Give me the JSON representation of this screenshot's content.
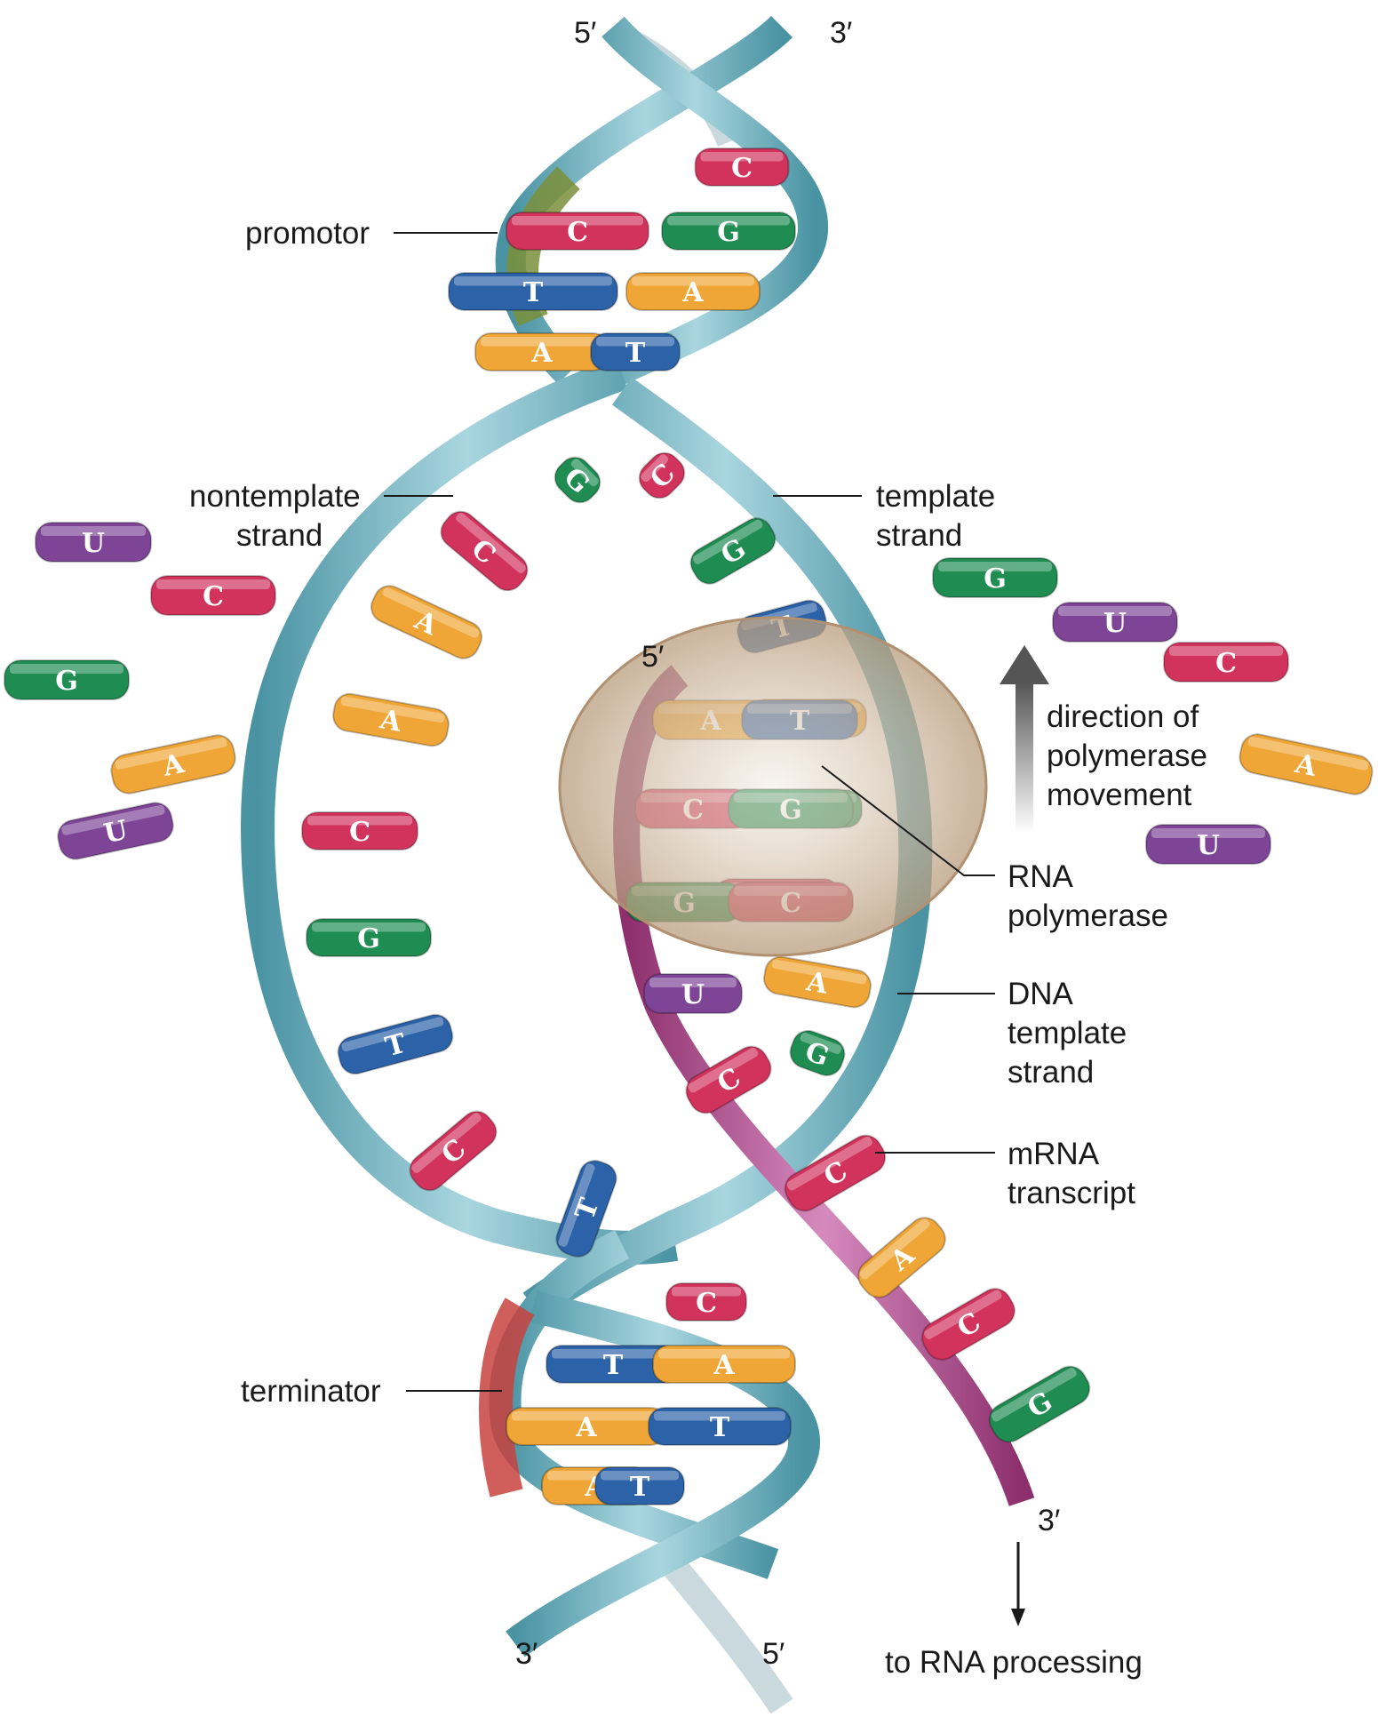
{
  "colors": {
    "strand": "#6fb2c0",
    "strand_dark": "#3f8696",
    "mrna": "#b0468a",
    "promotor": "#7a8f3a",
    "terminator": "#c8423e",
    "polymerase": "#d8c7b0",
    "A": "#efa636",
    "T": "#2c62a8",
    "G": "#1f8c52",
    "C": "#d2335c",
    "U": "#7e4597"
  },
  "ends": {
    "top_left": "5′",
    "top_right": "3′",
    "bottom_left": "3′",
    "bottom_right": "5′",
    "mrna_5": "5′",
    "mrna_3": "3′"
  },
  "labels": {
    "promotor": "promotor",
    "nontemplate_1": "nontemplate",
    "nontemplate_2": "strand",
    "template_1": "template",
    "template_2": "strand",
    "direction_1": "direction of",
    "direction_2": "polymerase",
    "direction_3": "movement",
    "polymerase_1": "RNA",
    "polymerase_2": "polymerase",
    "dna_template_1": "DNA",
    "dna_template_2": "template",
    "dna_template_3": "strand",
    "mrna_1": "mRNA",
    "mrna_2": "transcript",
    "terminator": "terminator",
    "processing": "to RNA processing"
  },
  "bases": {
    "top_pairs": [
      [
        "",
        "C"
      ],
      [
        "C",
        "G"
      ],
      [
        "T",
        "A"
      ],
      [
        "A",
        "T"
      ]
    ],
    "unwound_nontemplate": [
      "G",
      "C",
      "A",
      "A",
      "C",
      "G",
      "T",
      "C",
      "T"
    ],
    "unwound_template": [
      "C",
      "G",
      "T",
      "A",
      "G",
      "C",
      "A",
      "G"
    ],
    "polymerase_pairs": [
      [
        "A",
        "T"
      ],
      [
        "C",
        "G"
      ],
      [
        "G",
        "C"
      ]
    ],
    "mrna_bases": [
      "U",
      "C",
      "C",
      "A",
      "C",
      "G"
    ],
    "bottom_pairs": [
      [
        "",
        "C"
      ],
      [
        "T",
        "A"
      ],
      [
        "A",
        "T"
      ],
      [
        "A",
        "T"
      ]
    ],
    "free_left": [
      "U",
      "C",
      "G",
      "A",
      "U"
    ],
    "free_right": [
      "G",
      "U",
      "C",
      "A",
      "U"
    ]
  }
}
